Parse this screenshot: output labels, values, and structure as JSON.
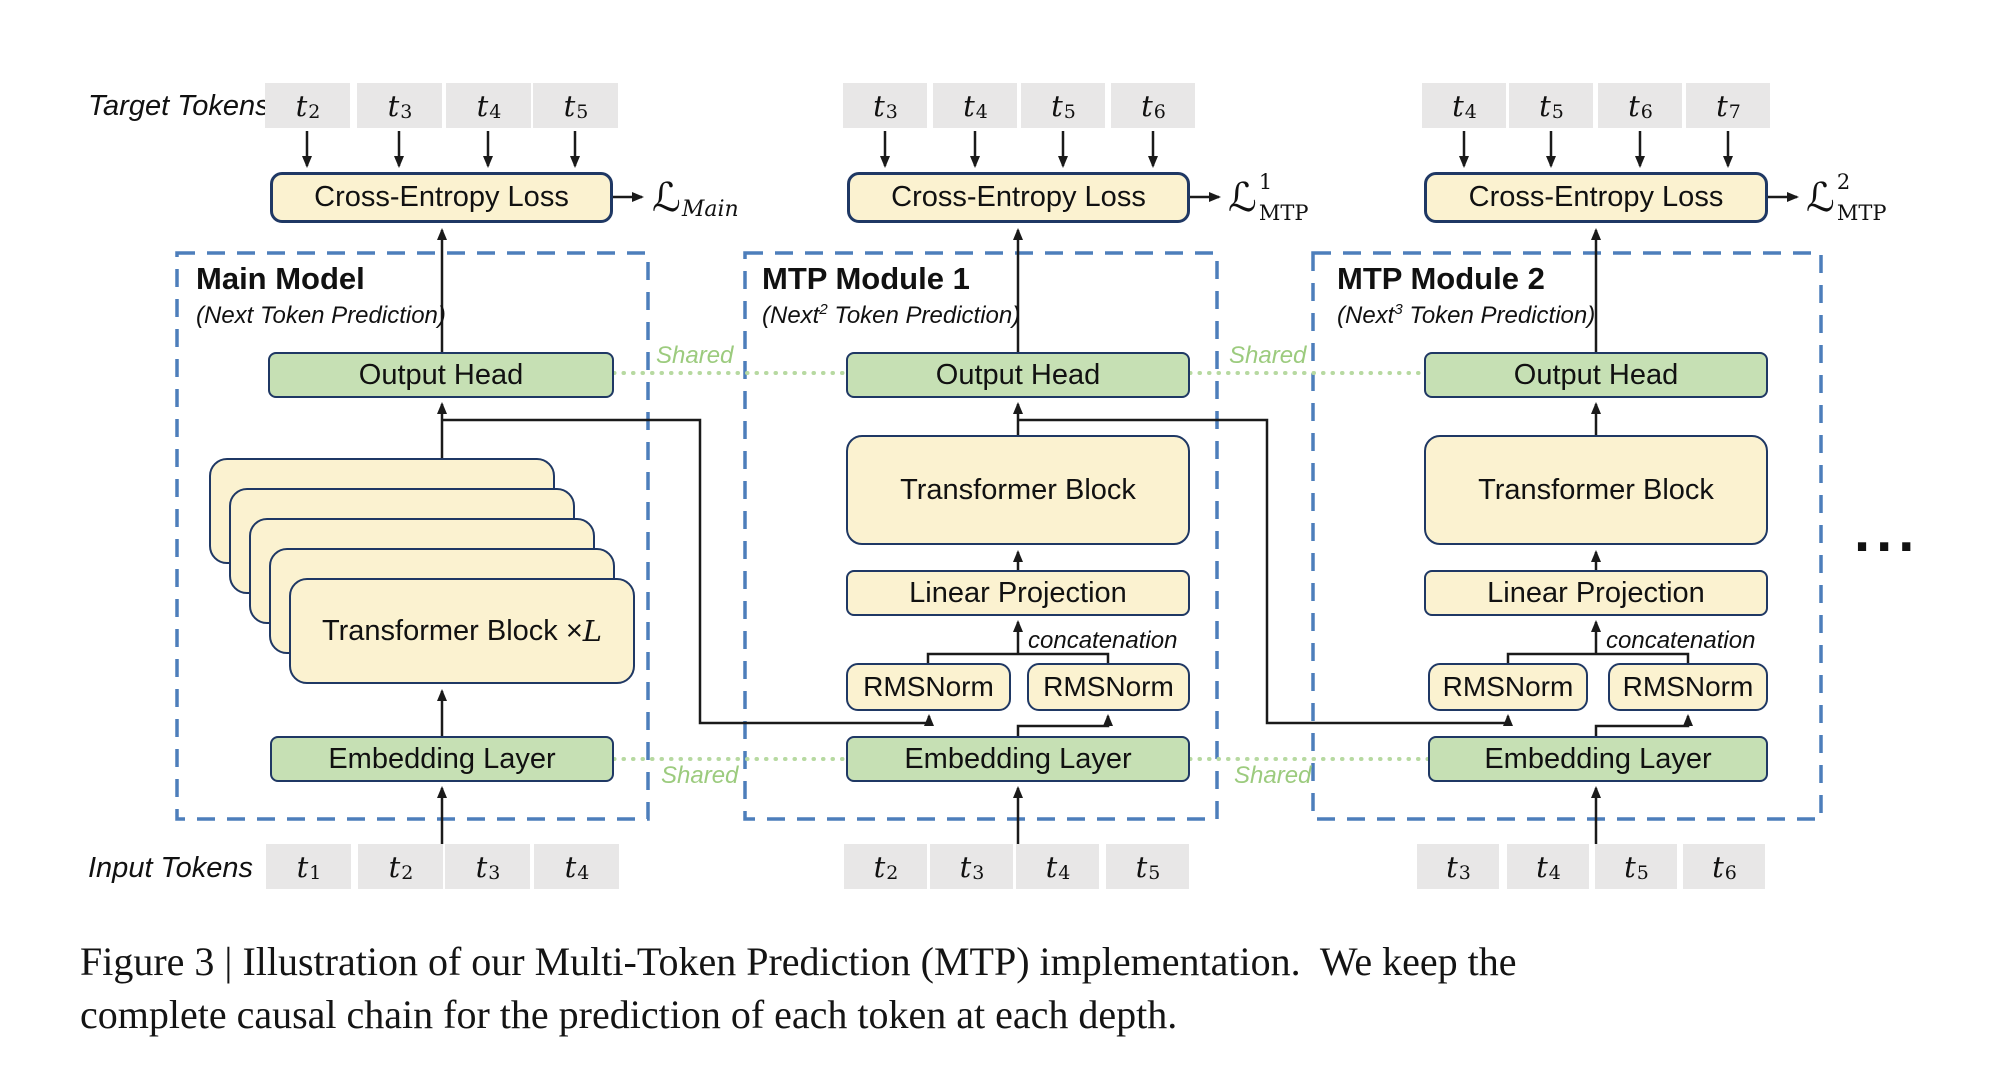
{
  "figure": {
    "row_labels": {
      "target_tokens": "Target Tokens",
      "input_tokens": "Input Tokens"
    },
    "shared_label": "Shared",
    "concatenation_label": "concatenation",
    "ellipsis": "...",
    "box_labels": {
      "cross_entropy": "Cross-Entropy Loss",
      "output_head": "Output Head",
      "transformer_block": "Transformer Block",
      "transformer_block_main_prefix": "Transformer Block × ",
      "transformer_block_main_var": "L",
      "linear_projection": "Linear Projection",
      "rmsnorm": "RMSNorm",
      "embedding_layer": "Embedding Layer"
    },
    "columns": [
      {
        "id": "main",
        "title": "Main Model",
        "subtitle_pre": "(Next",
        "subtitle_sup": "",
        "subtitle_post": " Token Prediction)",
        "loss_symbol": "ℒ",
        "loss_sup": "",
        "loss_sub": "Main",
        "target_tokens": [
          {
            "base": "t",
            "sub": "2"
          },
          {
            "base": "t",
            "sub": "3"
          },
          {
            "base": "t",
            "sub": "4"
          },
          {
            "base": "t",
            "sub": "5"
          }
        ],
        "input_tokens": [
          {
            "base": "t",
            "sub": "1"
          },
          {
            "base": "t",
            "sub": "2"
          },
          {
            "base": "t",
            "sub": "3"
          },
          {
            "base": "t",
            "sub": "4"
          }
        ]
      },
      {
        "id": "mtp1",
        "title": "MTP Module 1",
        "subtitle_pre": "(Next",
        "subtitle_sup": "2",
        "subtitle_post": " Token Prediction)",
        "loss_symbol": "ℒ",
        "loss_sup": "1",
        "loss_sub": "MTP",
        "target_tokens": [
          {
            "base": "t",
            "sub": "3"
          },
          {
            "base": "t",
            "sub": "4"
          },
          {
            "base": "t",
            "sub": "5"
          },
          {
            "base": "t",
            "sub": "6"
          }
        ],
        "input_tokens": [
          {
            "base": "t",
            "sub": "2"
          },
          {
            "base": "t",
            "sub": "3"
          },
          {
            "base": "t",
            "sub": "4"
          },
          {
            "base": "t",
            "sub": "5"
          }
        ]
      },
      {
        "id": "mtp2",
        "title": "MTP Module 2",
        "subtitle_pre": "(Next",
        "subtitle_sup": "3",
        "subtitle_post": " Token Prediction)",
        "loss_symbol": "ℒ",
        "loss_sup": "2",
        "loss_sub": "MTP",
        "target_tokens": [
          {
            "base": "t",
            "sub": "4"
          },
          {
            "base": "t",
            "sub": "5"
          },
          {
            "base": "t",
            "sub": "6"
          },
          {
            "base": "t",
            "sub": "7"
          }
        ],
        "input_tokens": [
          {
            "base": "t",
            "sub": "3"
          },
          {
            "base": "t",
            "sub": "4"
          },
          {
            "base": "t",
            "sub": "5"
          },
          {
            "base": "t",
            "sub": "6"
          }
        ]
      }
    ],
    "caption_line1": "Figure 3 | Illustration of our Multi-Token Prediction (MTP) implementation.  We keep the",
    "caption_line2": "complete causal chain for the prediction of each token at each depth.",
    "colors": {
      "box_cream": "#FBF2D0",
      "box_green": "#C6E0B4",
      "box_border": "#1F3864",
      "token_gray": "#E8E7E7",
      "dashed_blue": "#4D7EBB",
      "shared_green": "#9CCB7E",
      "line_black": "#1A1A1A"
    }
  }
}
